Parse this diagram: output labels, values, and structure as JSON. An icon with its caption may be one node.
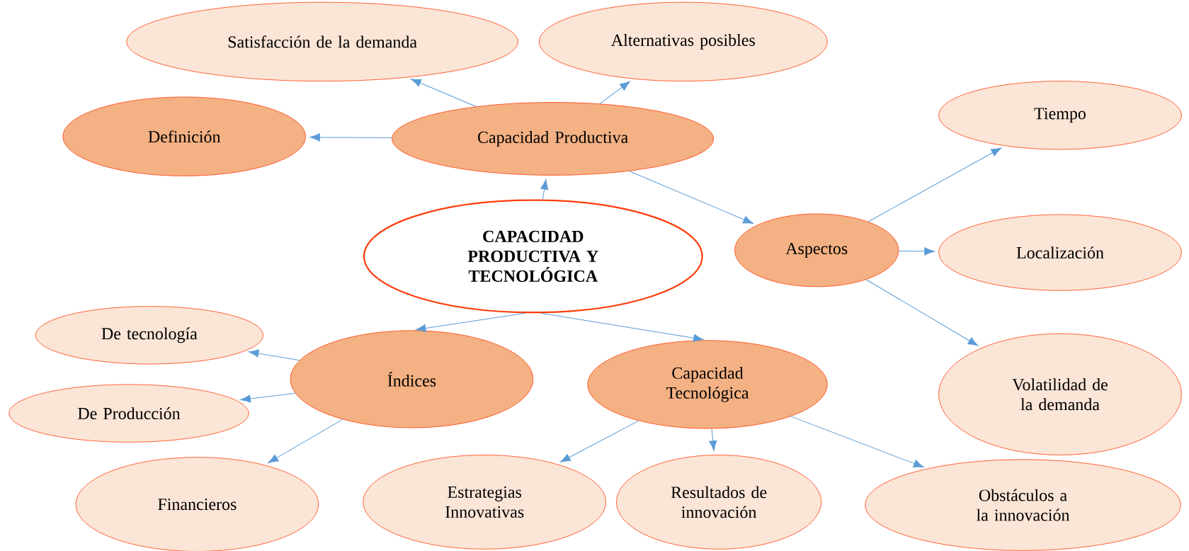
{
  "diagram": {
    "nodes": [
      {
        "text": [
          "Satisfacción de la demanda"
        ]
      },
      {
        "text": [
          "Alternativas posibles"
        ]
      },
      {
        "text": [
          "Definición"
        ]
      },
      {
        "text": [
          "Capacidad Productiva"
        ]
      },
      {
        "text": [
          "Tiempo"
        ]
      },
      {
        "text": [
          "CAPACIDAD PRODUCTIVA Y TECNOLÓGICA"
        ]
      },
      {
        "text": [
          "Aspectos"
        ]
      },
      {
        "text": [
          "Localización"
        ]
      },
      {
        "text": [
          "De tecnología"
        ]
      },
      {
        "text": [
          "Índices"
        ]
      },
      {
        "text": [
          "Capacidad Tecnológica"
        ]
      },
      {
        "text": [
          "Volatilidad de la demanda"
        ]
      },
      {
        "text": [
          "De Producción"
        ]
      },
      {
        "text": [
          "Financieros"
        ]
      },
      {
        "text": [
          "Estrategias Innovativas"
        ]
      },
      {
        "text": [
          "Resultados de innovación"
        ]
      },
      {
        "text": [
          "Obstáculos a la innovación"
        ]
      }
    ],
    "edges": [
      {
        "from": 5,
        "to": 3,
        "arrow": "to"
      },
      {
        "from": 3,
        "to": 0,
        "arrow": "to"
      },
      {
        "from": 3,
        "to": 1,
        "arrow": "to"
      },
      {
        "from": 3,
        "to": 2,
        "arrow": "to"
      },
      {
        "from": 3,
        "to": 6,
        "arrow": "to"
      },
      {
        "from": 6,
        "to": 4,
        "arrow": "to"
      },
      {
        "from": 6,
        "to": 7,
        "arrow": "to"
      },
      {
        "from": 6,
        "to": 11,
        "arrow": "to"
      },
      {
        "from": 5,
        "to": 9,
        "arrow": "to"
      },
      {
        "from": 5,
        "to": 10,
        "arrow": "to"
      },
      {
        "from": 9,
        "to": 8,
        "arrow": "to"
      },
      {
        "from": 9,
        "to": 12,
        "arrow": "to"
      },
      {
        "from": 9,
        "to": 13,
        "arrow": "to"
      },
      {
        "from": 10,
        "to": 14,
        "arrow": "to"
      },
      {
        "from": 10,
        "to": 15,
        "arrow": "to"
      },
      {
        "from": 10,
        "to": 16,
        "arrow": "to"
      }
    ]
  }
}
